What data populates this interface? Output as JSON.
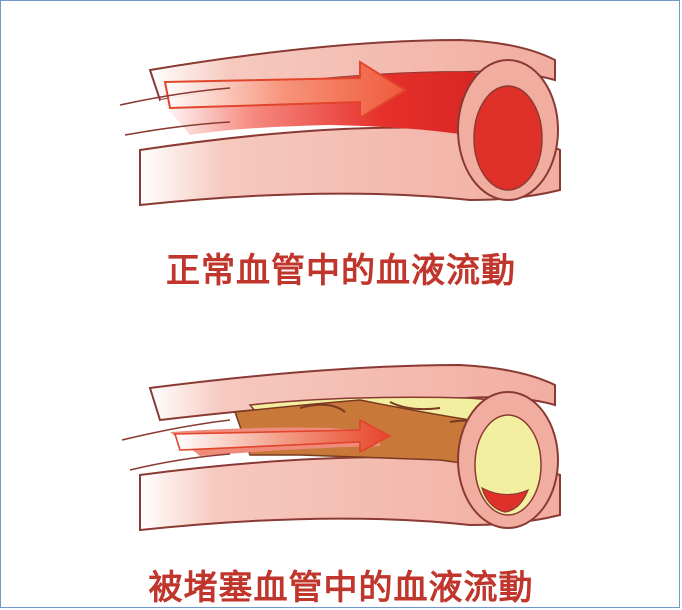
{
  "captions": {
    "normal": "正常血管中的血液流動",
    "blocked": "被堵塞血管中的血液流動"
  },
  "colors": {
    "frame_border": "#6f97c9",
    "caption": "#c0362c",
    "vessel_wall": "#f2b3a8",
    "vessel_wall_dark": "#d96c62",
    "blood": "#e6302b",
    "plaque_yellow": "#f2efa0",
    "plaque_brown": "#c8793a"
  },
  "icons": {
    "normal_vessel": "normal-artery-illustration",
    "blocked_vessel": "blocked-artery-illustration"
  }
}
